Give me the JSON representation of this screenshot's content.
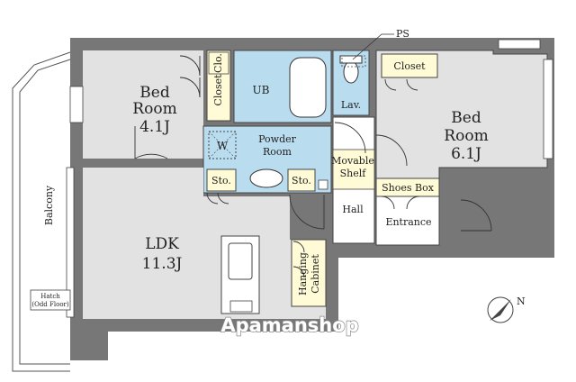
{
  "rooms": {
    "bedroom_left": {
      "line1": "Bed",
      "line2": "Room",
      "area": "4.1J"
    },
    "bedroom_right": {
      "line1": "Bed",
      "line2": "Room",
      "area": "6.1J"
    },
    "ldk": {
      "name": "LDK",
      "area": "11.3J"
    },
    "ub": "UB",
    "powder": {
      "line1": "Powder",
      "line2": "Room"
    },
    "lav": "Lav.",
    "hall": "Hall",
    "entrance": "Entrance",
    "balcony": "Balcony"
  },
  "storage": {
    "closet_left_vertical": "Closet",
    "clo_small": "Clo.",
    "closet_right": "Closet",
    "sto_left": "Sto.",
    "sto_right": "Sto.",
    "shoes_box": "Shoes Box",
    "movable_shelf_1": "Movable",
    "movable_shelf_2": "Shelf",
    "hanging_cabinet_1": "Hanging",
    "hanging_cabinet_2": "Cabinet",
    "washer": "W"
  },
  "labels": {
    "ps": "PS",
    "hatch_1": "Hatch",
    "hatch_2": "(Odd Floor)",
    "north": "N"
  },
  "watermark": "Apamanshop",
  "colors": {
    "wall": "#777777",
    "room_floor": "#e2e2e2",
    "wet_area": "#b9dcef",
    "storage": "#fffbd6"
  }
}
